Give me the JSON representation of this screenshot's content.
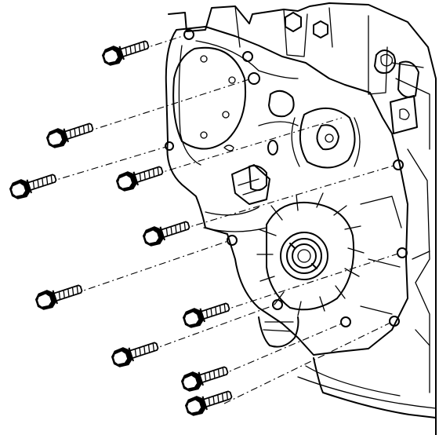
{
  "colors": {
    "line": "#000000",
    "background": "#ffffff"
  },
  "bolts": [
    {
      "id": 1
    },
    {
      "id": 2
    },
    {
      "id": 3
    },
    {
      "id": 4
    },
    {
      "id": 5
    },
    {
      "id": 6
    },
    {
      "id": 7
    },
    {
      "id": 8
    },
    {
      "id": 9
    },
    {
      "id": 10
    }
  ]
}
